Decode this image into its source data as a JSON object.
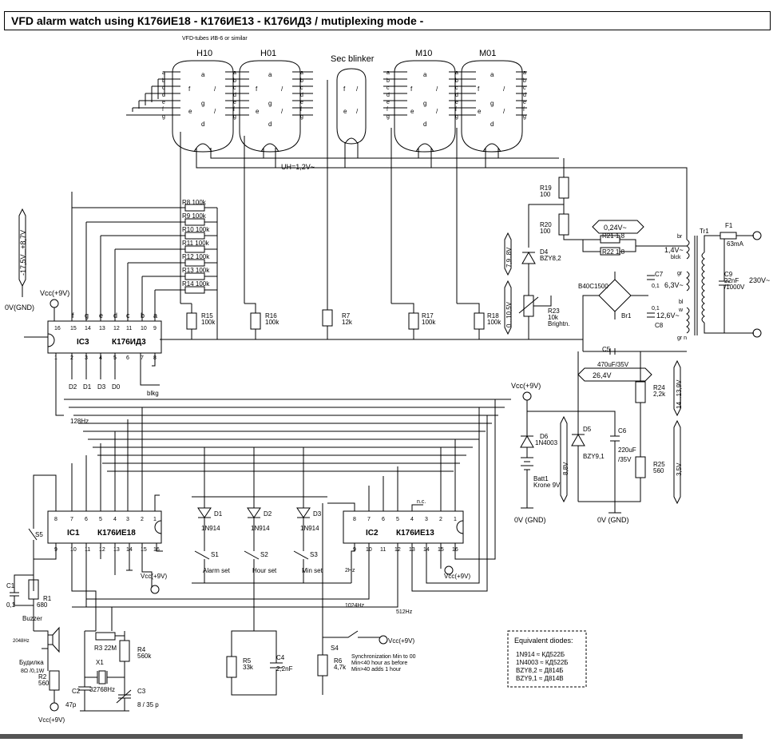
{
  "title": "VFD alarm watch using К176ИЕ18 - К176ИЕ13 - К176ИД3 / mutiplexing mode -",
  "tubes_note": "VFD-tubes ИВ-6 or similar",
  "tubes": [
    "H10",
    "H01",
    "Sec blinker",
    "M10",
    "M01"
  ],
  "segments": [
    "a",
    "b",
    "c",
    "d",
    "e",
    "f",
    "g"
  ],
  "seg_glyphs": {
    "a": "a",
    "b": "/",
    "c": "/",
    "d": "d",
    "e": "e",
    "f": "f",
    "g": "g"
  },
  "filament": "UH=1,2V~",
  "ic3": {
    "name": "IC3",
    "part": "К176ИД3",
    "top_pins": [
      "16",
      "15",
      "14",
      "13",
      "12",
      "11",
      "10",
      "9"
    ],
    "top_labels": [
      "f",
      "g",
      "e",
      "d",
      "c",
      "b",
      "a"
    ],
    "bottom_pins": [
      "1",
      "2",
      "3",
      "4",
      "5",
      "6",
      "7",
      "8"
    ],
    "bottom_labels": [
      "D2",
      "D1",
      "D3",
      "D0"
    ],
    "blank": "blkg",
    "clock": "128Hz"
  },
  "ic1": {
    "name": "IC1",
    "part": "К176ИЕ18",
    "top_pins": [
      "8",
      "7",
      "6",
      "5",
      "4",
      "3",
      "2",
      "1"
    ],
    "bottom_pins": [
      "9",
      "10",
      "11",
      "12",
      "13",
      "14",
      "15",
      "16"
    ]
  },
  "ic2": {
    "name": "IC2",
    "part": "К176ИЕ13",
    "nc": "n.c.",
    "top_pins": [
      "8",
      "7",
      "6",
      "5",
      "4",
      "3",
      "2",
      "1"
    ],
    "bottom_pins": [
      "9",
      "10",
      "11",
      "12",
      "13",
      "14",
      "15",
      "16"
    ],
    "f2hz": "2Hz",
    "f1024": "1024Hz",
    "f512": "512Hz"
  },
  "resistors": {
    "R8": "R8  100k",
    "R9": "R9  100k",
    "R10": "R10 100k",
    "R11": "R11 100k",
    "R12": "R12 100k",
    "R13": "R13 100k",
    "R14": "R14 100k",
    "R15": [
      "R15",
      "100k"
    ],
    "R16": [
      "R16",
      "100k"
    ],
    "R7": [
      "R7",
      "12k"
    ],
    "R17": [
      "R17",
      "100k"
    ],
    "R18": [
      "R18",
      "100k"
    ],
    "R19": [
      "R19",
      "100"
    ],
    "R20": [
      "R20",
      "100"
    ],
    "R21": "R21   1,8",
    "R22": "R22   1,8",
    "R23": [
      "R23",
      "10k",
      "Brightn."
    ],
    "R24": [
      "R24",
      "2,2k"
    ],
    "R25": [
      "R25",
      "560"
    ],
    "R1": [
      "R1",
      "680"
    ],
    "R2": [
      "R2",
      "560"
    ],
    "R3": "R3   22M",
    "R4": [
      "R4",
      "560k"
    ],
    "R5": [
      "R5",
      "33k"
    ],
    "R6": [
      "R6",
      "4,7k"
    ]
  },
  "caps": {
    "C1": [
      "C1",
      "0,1"
    ],
    "C2": [
      "C2",
      "47p"
    ],
    "C3": [
      "C3",
      "8 / 35 p"
    ],
    "C4": [
      "C4",
      "2,2nF"
    ],
    "C5": [
      "C5",
      "470uF/35V"
    ],
    "C6": [
      "C6",
      "220uF",
      "/35V"
    ],
    "C7": [
      "C7",
      "0,1"
    ],
    "C8": [
      "C8",
      "0,1"
    ],
    "C9": [
      "C9",
      "22nF",
      "/1000V"
    ]
  },
  "diodes": {
    "D1": [
      "D1",
      "1N914"
    ],
    "D2": [
      "D2",
      "1N914"
    ],
    "D3": [
      "D3",
      "1N914"
    ],
    "D4": [
      "D4",
      "BZY8,2"
    ],
    "D5": [
      "D5",
      "BZY9,1"
    ],
    "D6": [
      "D6",
      "1N4003"
    ]
  },
  "switches": {
    "S1": [
      "S1",
      "Alarm set"
    ],
    "S2": [
      "S2",
      "Hour set"
    ],
    "S3": [
      "S3",
      "Min set"
    ],
    "S4": "S4",
    "S5": "S5"
  },
  "sync_note": [
    "Synchronization Min to 00",
    "Min<40 hour as before",
    "Min>40 adds 1 hour"
  ],
  "crystal": [
    "X1",
    "32768Hz"
  ],
  "buzzer": [
    "Buzzer",
    "2048Hz",
    "Будилка",
    "8Ω /0,1W"
  ],
  "battery": [
    "Batt1",
    "Krone 9V"
  ],
  "bridge": [
    "B40C1500",
    "Br1"
  ],
  "fuse": [
    "F1",
    "63mA"
  ],
  "transformer": {
    "name": "Tr1",
    "voltages": [
      "1,4V~",
      "6,3V~",
      "12,6V~"
    ],
    "wires": [
      "br",
      "blck",
      "gr",
      "bl",
      "w",
      "gr n"
    ]
  },
  "voltages": {
    "v024": "0,24V~",
    "v264": "26,4V",
    "v230": "230V~",
    "vcc": "Vcc(+9V)",
    "gnd": "0V(GND)",
    "gnd2": "0V (GND)",
    "v_rail": "-17,5V...+8,7V",
    "v79": "7,9..8V",
    "v010": "0...10,5V",
    "v1413": "14...13,9V",
    "v88": "8,8V",
    "v35": "3,5V"
  },
  "equivalents": {
    "title": "Equivalent diodes:",
    "rows": [
      "1N914  ≈ КД522Б",
      "1N4003 ≈ КД522Б",
      "BZY8,2 ≈ Д814Б",
      "BZY9,1 ≈ Д814В"
    ]
  }
}
